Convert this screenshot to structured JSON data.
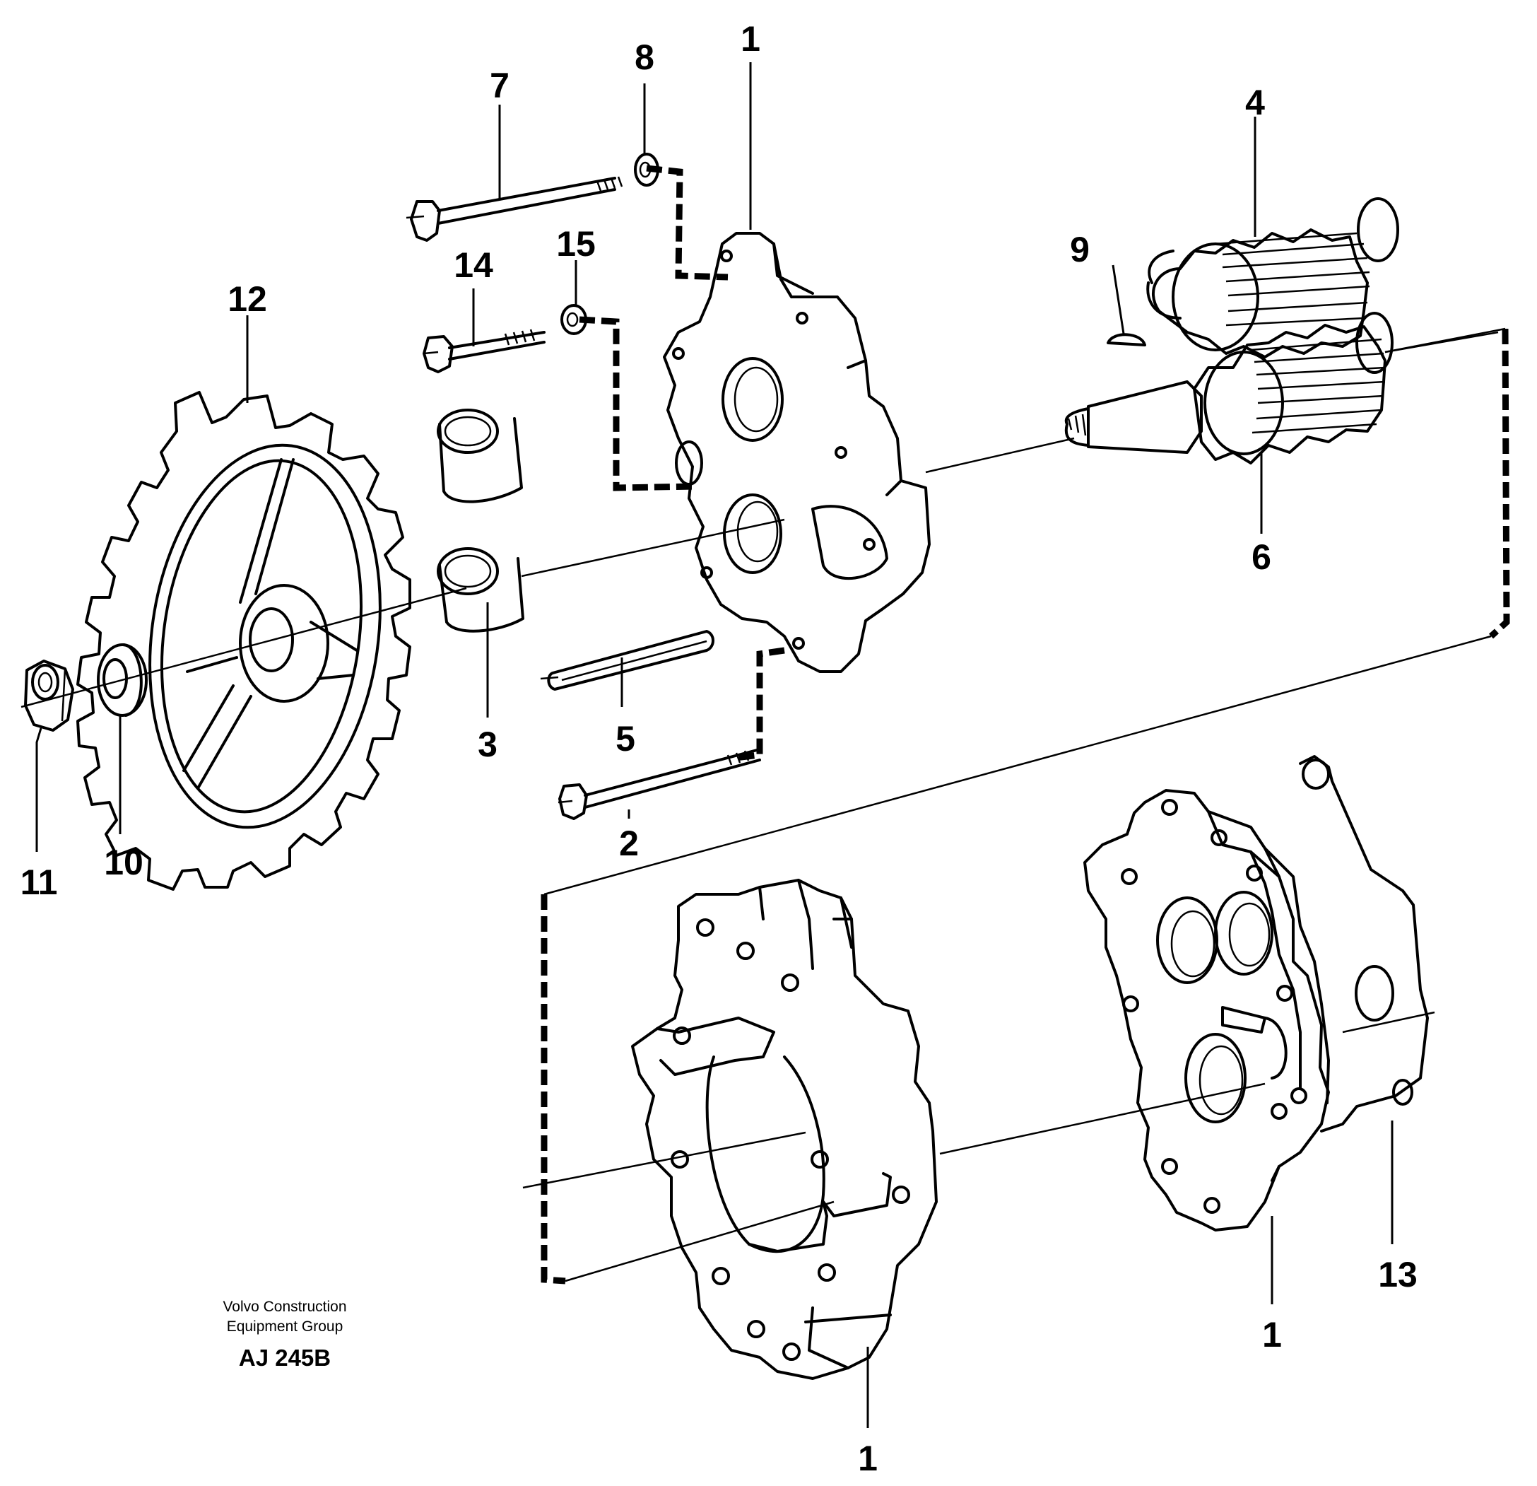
{
  "callouts": {
    "c1_top": "1",
    "c1_bottom_left": "1",
    "c1_bottom_right": "1",
    "c2": "2",
    "c3": "3",
    "c4": "4",
    "c5": "5",
    "c6": "6",
    "c7": "7",
    "c8": "8",
    "c9": "9",
    "c10": "10",
    "c11": "11",
    "c12": "12",
    "c13": "13",
    "c14": "14",
    "c15": "15"
  },
  "credit": {
    "line1": "Volvo Construction",
    "line2": "Equipment Group",
    "drawing_number": "AJ 245B"
  }
}
